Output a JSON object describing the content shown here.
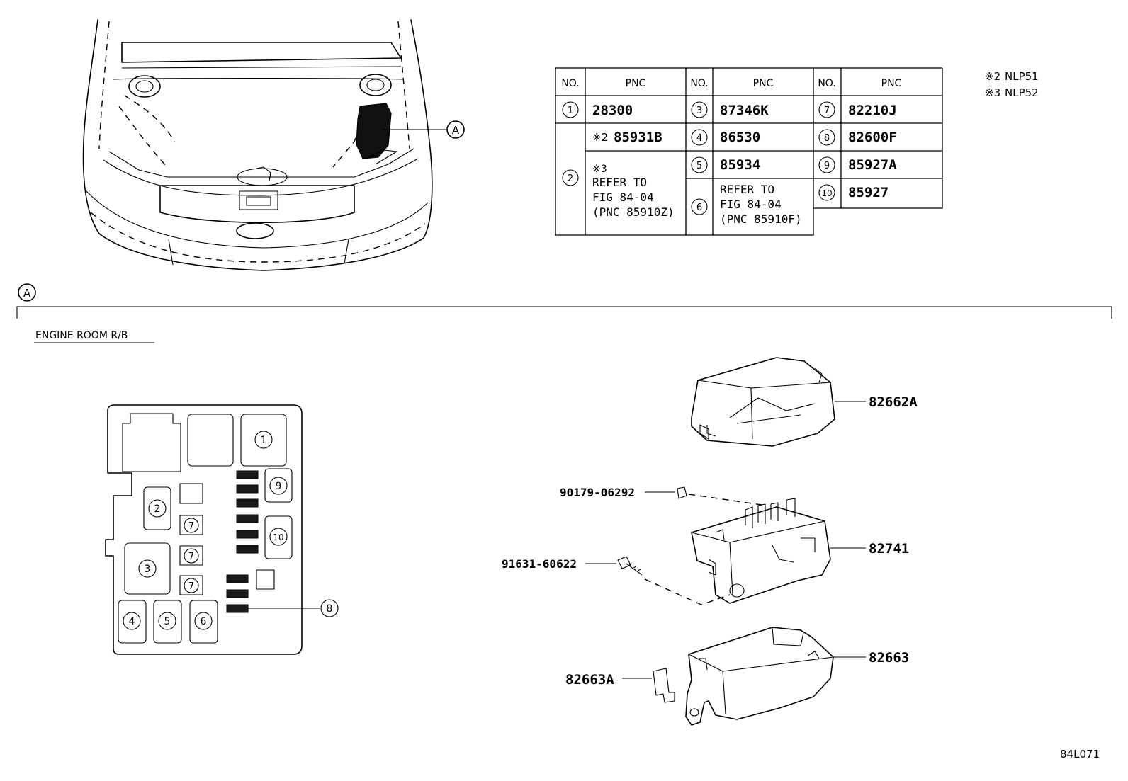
{
  "figure_code": "84L071",
  "callout_a": "A",
  "section_label": "ENGINE ROOM R/B",
  "legend": [
    {
      "mark": "※2",
      "code": "NLP51"
    },
    {
      "mark": "※3",
      "code": "NLP52"
    }
  ],
  "table": {
    "header_no": "NO.",
    "header_pnc": "PNC",
    "c1": {
      "no": "1",
      "pnc": "28300"
    },
    "c2": {
      "no": "2",
      "a_mark": "※2",
      "a_pnc": "85931B",
      "b_mark": "※3",
      "b_l1": "REFER TO",
      "b_l2": "FIG 84-04",
      "b_l3": "(PNC 85910Z)"
    },
    "c3": {
      "no": "3",
      "pnc": "87346K"
    },
    "c4": {
      "no": "4",
      "pnc": "86530"
    },
    "c5": {
      "no": "5",
      "pnc": "85934"
    },
    "c6": {
      "no": "6",
      "l1": "REFER TO",
      "l2": "FIG 84-04",
      "l3": "(PNC 85910F)"
    },
    "c7": {
      "no": "7",
      "pnc": "82210J"
    },
    "c8": {
      "no": "8",
      "pnc": "82600F"
    },
    "c9": {
      "no": "9",
      "pnc": "85927A"
    },
    "c10": {
      "no": "10",
      "pnc": "85927"
    }
  },
  "fuse_box_numbers": {
    "n1": "1",
    "n2": "2",
    "n3": "3",
    "n4": "4",
    "n5": "5",
    "n6": "6",
    "n7": "7",
    "n8": "8",
    "n9": "9",
    "n10": "10"
  },
  "parts": {
    "cover": "82662A",
    "clip": "90179-06292",
    "bolt": "91631-60622",
    "block": "82741",
    "lower_case": "82663",
    "bracket": "82663A"
  }
}
